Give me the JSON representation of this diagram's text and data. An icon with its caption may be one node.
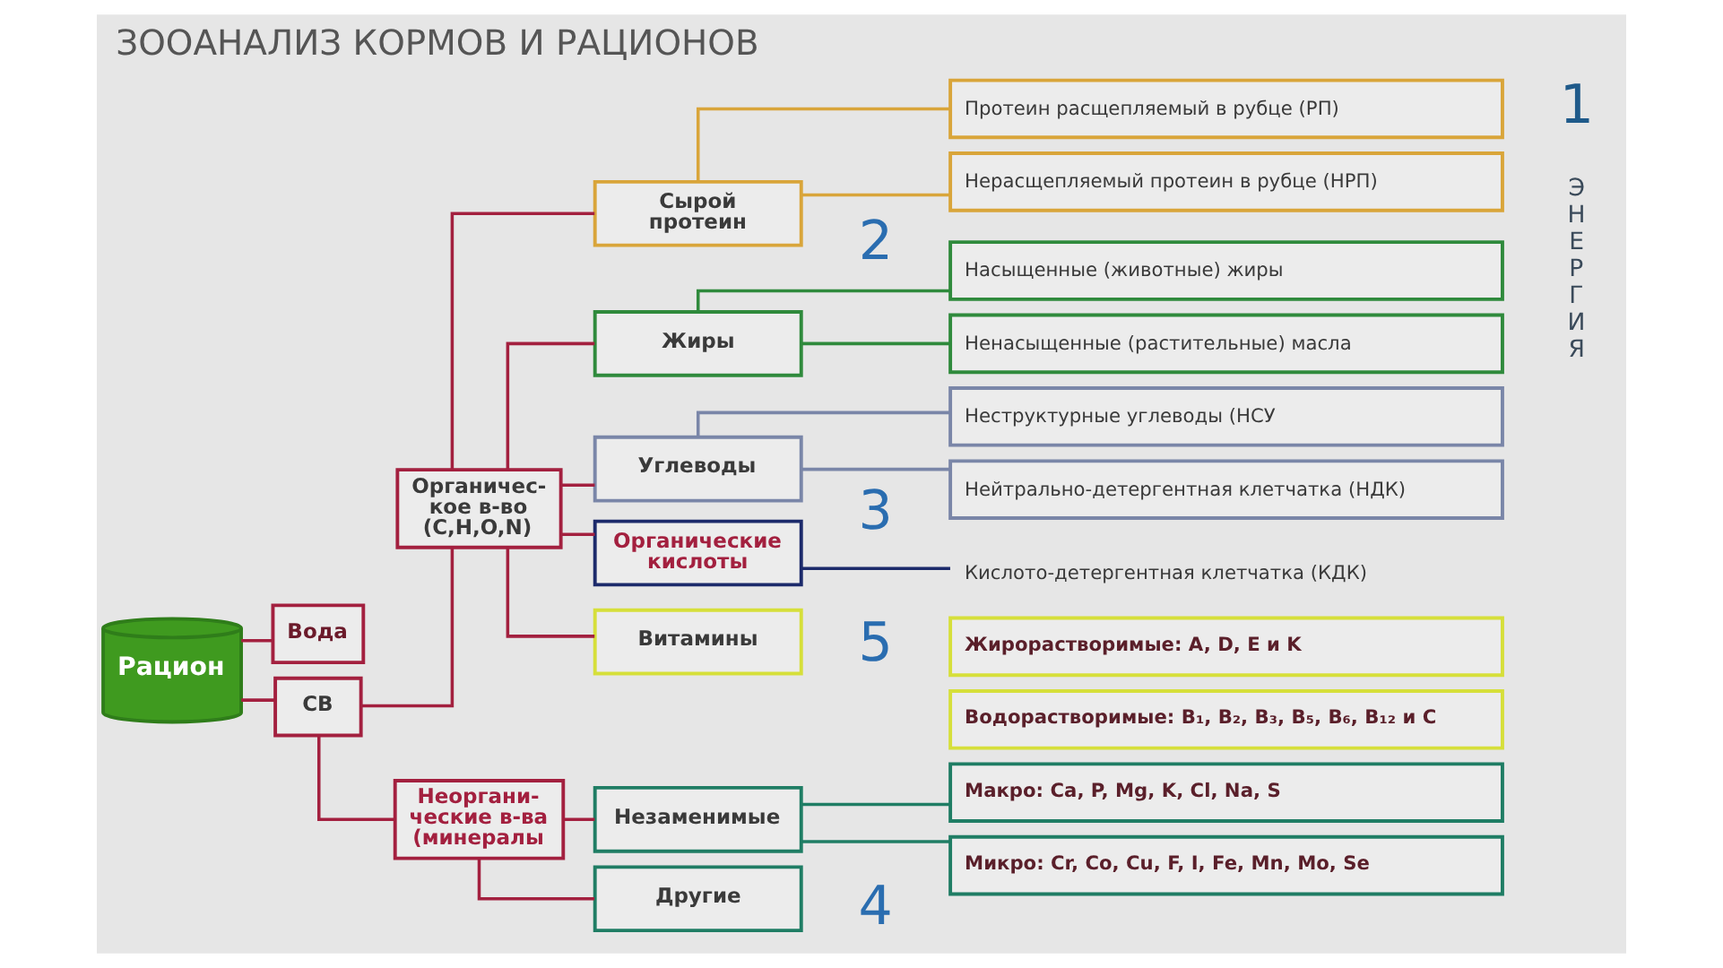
{
  "diagram": {
    "title": "ЗООАНАЛИЗ КОРМОВ И РАЦИОНОВ",
    "nodes": [
      {
        "text": [
          "Рацион"
        ]
      },
      {
        "text": [
          "Вода"
        ]
      },
      {
        "text": [
          "Органичес- кое в-во (C,H,O,N)"
        ]
      },
      {
        "text": [
          "СВ"
        ]
      },
      {
        "text": [
          "Неоргани- ческие в-ва (минералы"
        ]
      },
      {
        "text": [
          "Сырой протеин"
        ]
      },
      {
        "text": [
          "Жиры"
        ]
      },
      {
        "text": [
          "Углеводы"
        ]
      },
      {
        "text": [
          "Органические кислоты"
        ]
      },
      {
        "text": [
          "Витамины"
        ]
      },
      {
        "text": [
          "Протеин расщепляемый в рубце (РП)"
        ]
      },
      {
        "text": [
          "Нерасщепляемый протеин в рубце (НРП)"
        ]
      },
      {
        "text": [
          "Насыщенные (животные) жиры"
        ]
      },
      {
        "text": [
          "Ненасыщенные (растительные) масла"
        ]
      },
      {
        "text": [
          "Неструктурные углеводы (НСУ"
        ]
      },
      {
        "text": [
          "Нейтрально-детергентная клетчатка (НДК)"
        ]
      },
      {
        "text": [
          "Кислото-детергентная клетчатка (КДК)"
        ]
      },
      {
        "text": [
          "Жирорастворимые: A, D, E и K"
        ]
      },
      {
        "text": [
          "Водорастворимые: B₁, B₂, B₃, B₅, B₆, B₁₂ и C"
        ]
      },
      {
        "text": [
          "Незаменимые"
        ]
      },
      {
        "text": [
          "Другие"
        ]
      },
      {
        "text": [
          "Макро: Ca, P, Mg, K, Cl, Na, S"
        ]
      },
      {
        "text": [
          "Микро: Cr, Co, Cu, F, I, Fe, Mn, Mo, Se"
        ]
      }
    ],
    "edges": [
      {
        "from": 0,
        "to": 1,
        "arrow": "none"
      },
      {
        "from": 0,
        "to": 3,
        "arrow": "none"
      },
      {
        "from": 3,
        "to": 2,
        "arrow": "none"
      },
      {
        "from": 3,
        "to": 4,
        "arrow": "none"
      },
      {
        "from": 2,
        "to": 5,
        "arrow": "none"
      },
      {
        "from": 2,
        "to": 6,
        "arrow": "none"
      },
      {
        "from": 2,
        "to": 7,
        "arrow": "none"
      },
      {
        "from": 2,
        "to": 8,
        "arrow": "none"
      },
      {
        "from": 2,
        "to": 9,
        "arrow": "none"
      },
      {
        "from": 5,
        "to": 10,
        "arrow": "none",
        "color": "#d9a53a"
      },
      {
        "from": 5,
        "to": 11,
        "arrow": "none",
        "color": "#d9a53a"
      },
      {
        "from": 6,
        "to": 12,
        "arrow": "none",
        "color": "#2f8a3c"
      },
      {
        "from": 6,
        "to": 13,
        "arrow": "none",
        "color": "#2f8a3c"
      },
      {
        "from": 7,
        "to": 14,
        "arrow": "none",
        "color": "#7a86a8"
      },
      {
        "from": 7,
        "to": 15,
        "arrow": "none",
        "color": "#7a86a8"
      },
      {
        "from": 8,
        "to": 16,
        "arrow": "none",
        "color": "#1c2a6b"
      },
      {
        "from": 4,
        "to": 19,
        "arrow": "none"
      },
      {
        "from": 4,
        "to": 20,
        "arrow": "none"
      },
      {
        "from": 19,
        "to": 21,
        "arrow": "none",
        "color": "#1f7d64"
      },
      {
        "from": 19,
        "to": 22,
        "arrow": "none",
        "color": "#1f7d64"
      }
    ],
    "labels": [
      "1",
      "Э Н Е Р Г И Я",
      "2",
      "3",
      "5",
      "4"
    ]
  }
}
